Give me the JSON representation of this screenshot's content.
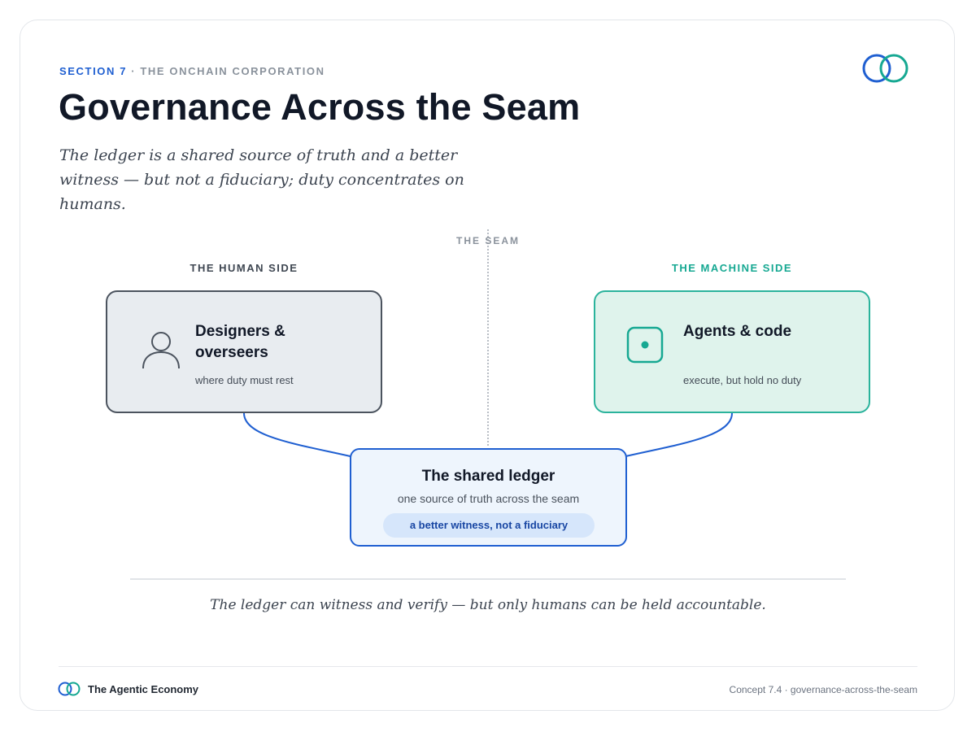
{
  "header": {
    "section": "SECTION 7",
    "separator": " · ",
    "chapter": "THE ONCHAIN CORPORATION",
    "title": "Governance Across the Seam",
    "subtitle": "The ledger is a shared source of truth and a better witness — but not a fiduciary; duty concentrates on humans."
  },
  "diagram": {
    "seam_label": "THE SEAM",
    "human_side": {
      "label": "THE HUMAN SIDE",
      "title": "Designers & overseers",
      "subtitle": "where duty must rest",
      "icon": "person-icon"
    },
    "machine_side": {
      "label": "THE MACHINE SIDE",
      "title": "Agents & code",
      "subtitle": "execute, but hold no duty",
      "icon": "chip-icon"
    },
    "ledger": {
      "title": "The shared ledger",
      "subtitle": "one source of truth across the seam",
      "badge": "a better witness, not a fiduciary"
    }
  },
  "caption": "The ledger can witness and verify — but only humans can be held accountable.",
  "footer": {
    "brand": "The Agentic Economy",
    "reference": "Concept 7.4 · governance-across-the-seam"
  },
  "colors": {
    "accent_blue": "#1f5fd1",
    "accent_teal": "#16a892",
    "human_fill": "#e8ecf0",
    "machine_fill": "#dff3ec",
    "ledger_fill": "#eef5fd"
  }
}
